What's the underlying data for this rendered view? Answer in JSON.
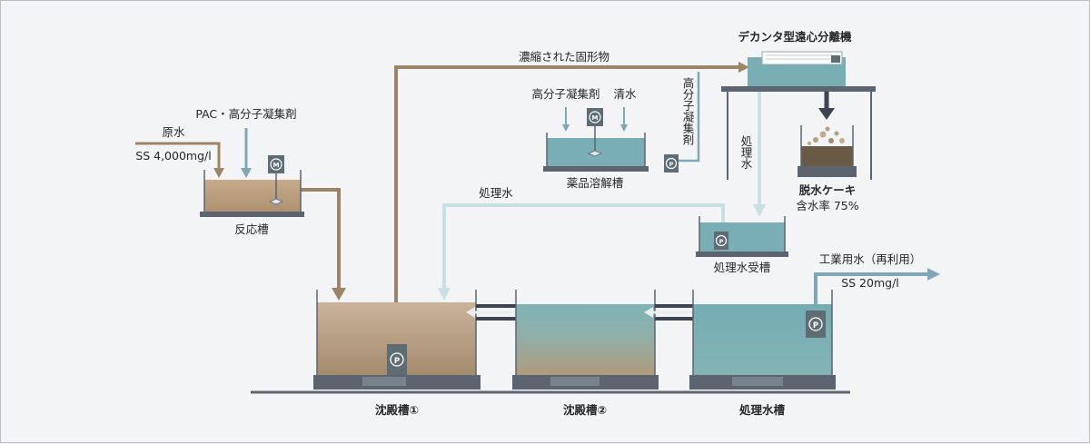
{
  "labels": {
    "decanter": "デカンタ型遠心分離機",
    "concentrated_solids": "濃縮された固形物",
    "polymer_coagulant_top": "高分子凝集剤",
    "clean_water": "清水",
    "polymer_vertical": "高分子凝集剤",
    "chemical_tank": "薬品溶解槽",
    "treated_water_vertical": "処理水",
    "dewatered_cake": "脱水ケーキ",
    "moisture_content": "含水率 75%",
    "pac_coagulant": "PAC・高分子凝集剤",
    "raw_water": "原水",
    "raw_ss": "SS 4,000mg/l",
    "reaction_tank": "反応槽",
    "treated_water_mid": "処理水",
    "treated_water_receiving": "処理水受槽",
    "industrial_water": "工業用水（再利用）",
    "out_ss": "SS 20mg/l",
    "settling_tank_1": "沈殿槽①",
    "settling_tank_2": "沈殿槽②",
    "treatment_tank": "処理水槽"
  },
  "icons": {
    "motor": "M",
    "pump": "P"
  },
  "colors": {
    "sludge": "#9c8466",
    "water_flow": "#c8e0e2",
    "water_out": "#7fa7b5",
    "tank_water": "#79aeb4",
    "tank_sludge": "#b79e80",
    "tank_base": "#5c6470",
    "arrow_dark": "#3d4450"
  }
}
